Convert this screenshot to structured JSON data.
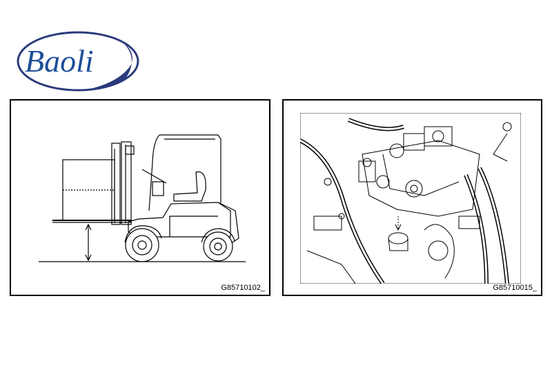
{
  "brand": {
    "logo_text": "Baoli",
    "logo_color": "#1d4e9a",
    "ellipse_color": "#2b3a7c"
  },
  "figures": [
    {
      "code": "G85710102_",
      "icon": "forklift-illustration"
    },
    {
      "code": "G85710015_",
      "icon": "engine-compartment-illustration"
    }
  ]
}
